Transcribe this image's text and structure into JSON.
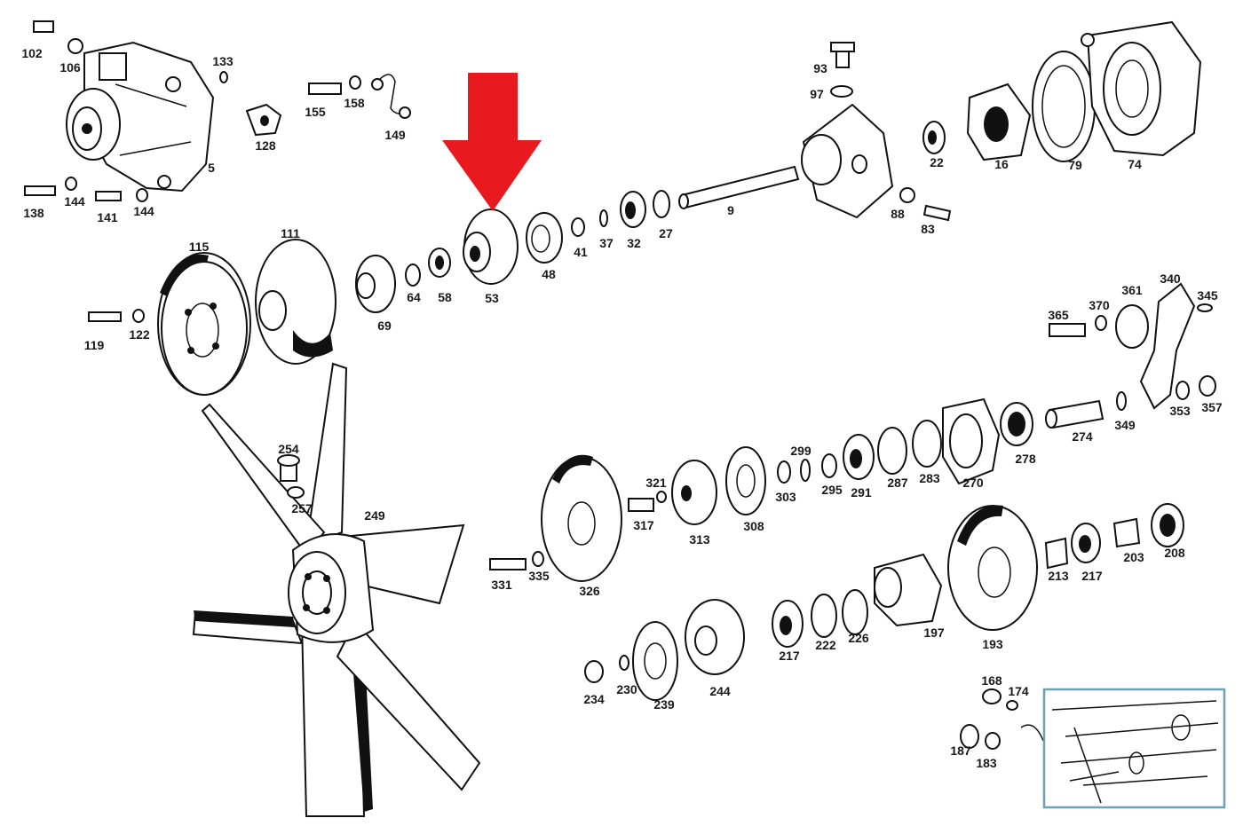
{
  "colors": {
    "arrow": "#e8191f",
    "ink": "#111111",
    "inset_border": "#6aa3b6",
    "background": "#ffffff"
  },
  "labels": {
    "p102": "102",
    "p106": "106",
    "p133": "133",
    "p5": "5",
    "p138": "138",
    "p144a": "144",
    "p141": "141",
    "p144b": "144",
    "p128": "128",
    "p155": "155",
    "p158": "158",
    "p149": "149",
    "p93": "93",
    "p97": "97",
    "p22": "22",
    "p16": "16",
    "p79": "79",
    "p74": "74",
    "p88": "88",
    "p83": "83",
    "p9": "9",
    "p27": "27",
    "p32": "32",
    "p37": "37",
    "p41": "41",
    "p48": "48",
    "p53": "53",
    "p58": "58",
    "p64": "64",
    "p69": "69",
    "p111": "111",
    "p115": "115",
    "p119": "119",
    "p122": "122",
    "p365": "365",
    "p370": "370",
    "p361": "361",
    "p340": "340",
    "p345": "345",
    "p353": "353",
    "p357": "357",
    "p349": "349",
    "p274": "274",
    "p278": "278",
    "p270": "270",
    "p283": "283",
    "p287": "287",
    "p291": "291",
    "p295": "295",
    "p299": "299",
    "p303": "303",
    "p308": "308",
    "p313": "313",
    "p317": "317",
    "p321": "321",
    "p326": "326",
    "p331": "331",
    "p335": "335",
    "p254": "254",
    "p257": "257",
    "p249": "249",
    "p208": "208",
    "p203": "203",
    "p217a": "217",
    "p213": "213",
    "p193": "193",
    "p197": "197",
    "p226": "226",
    "p222": "222",
    "p217b": "217",
    "p244": "244",
    "p239": "239",
    "p230": "230",
    "p234": "234",
    "p168": "168",
    "p174": "174",
    "p187": "187",
    "p183": "183"
  }
}
